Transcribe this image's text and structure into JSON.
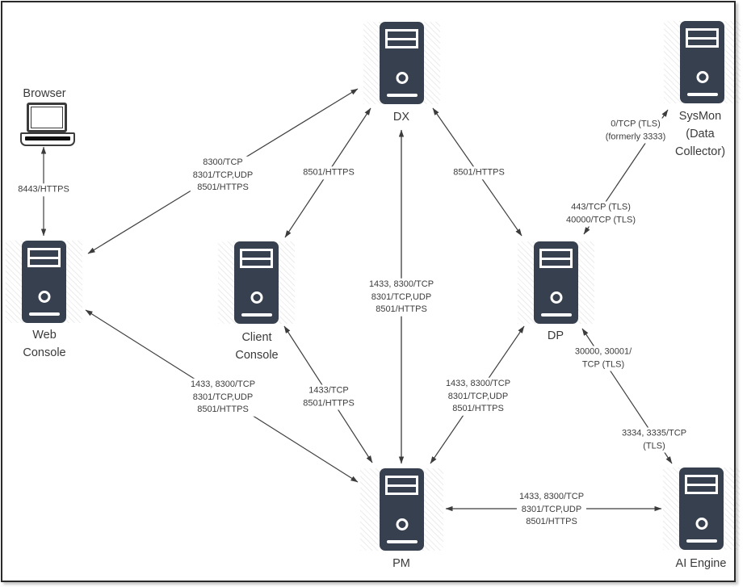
{
  "nodes": {
    "browser": {
      "label": "Browser"
    },
    "dx": {
      "label": "DX"
    },
    "sysmon": {
      "label_lines": [
        "SysMon",
        "(Data",
        "Collector)"
      ]
    },
    "web_console": {
      "label_lines": [
        "Web",
        "Console"
      ]
    },
    "client_console": {
      "label_lines": [
        "Client",
        "Console"
      ]
    },
    "dp": {
      "label": "DP"
    },
    "pm": {
      "label": "PM"
    },
    "ai_engine": {
      "label": "AI Engine"
    }
  },
  "connections": {
    "browser_webconsole": {
      "label_lines": [
        "8443/HTTPS"
      ]
    },
    "webconsole_dx": {
      "label_lines": [
        "8300/TCP",
        "8301/TCP,UDP",
        "8501/HTTPS"
      ]
    },
    "clientconsole_dx": {
      "label_lines": [
        "8501/HTTPS"
      ]
    },
    "dx_pm": {
      "label_lines": [
        "1433, 8300/TCP",
        "8301/TCP,UDP",
        "8501/HTTPS"
      ]
    },
    "dx_dp": {
      "label_lines": [
        "8501/HTTPS"
      ]
    },
    "dp_sysmon_upper": {
      "label_lines": [
        "0/TCP (TLS)",
        "(formerly 3333)"
      ]
    },
    "dp_sysmon_lower": {
      "label_lines": [
        "443/TCP (TLS)",
        "40000/TCP (TLS)"
      ]
    },
    "webconsole_pm": {
      "label_lines": [
        "1433, 8300/TCP",
        "8301/TCP,UDP",
        "8501/HTTPS"
      ]
    },
    "clientconsole_pm": {
      "label_lines": [
        "1433/TCP",
        "8501/HTTPS"
      ]
    },
    "dp_pm": {
      "label_lines": [
        "1433, 8300/TCP",
        "8301/TCP,UDP",
        "8501/HTTPS"
      ]
    },
    "dp_aiengine_upper": {
      "label_lines": [
        "30000, 30001/",
        "TCP (TLS)"
      ]
    },
    "dp_aiengine_lower": {
      "label_lines": [
        "3334, 3335/TCP",
        "(TLS)"
      ]
    },
    "pm_aiengine": {
      "label_lines": [
        "1433, 8300/TCP",
        "8301/TCP,UDP",
        "8501/HTTPS"
      ]
    }
  },
  "colors": {
    "server_fill": "#36404E",
    "connector": "#3f3f3f",
    "text": "#3a3a3a"
  }
}
